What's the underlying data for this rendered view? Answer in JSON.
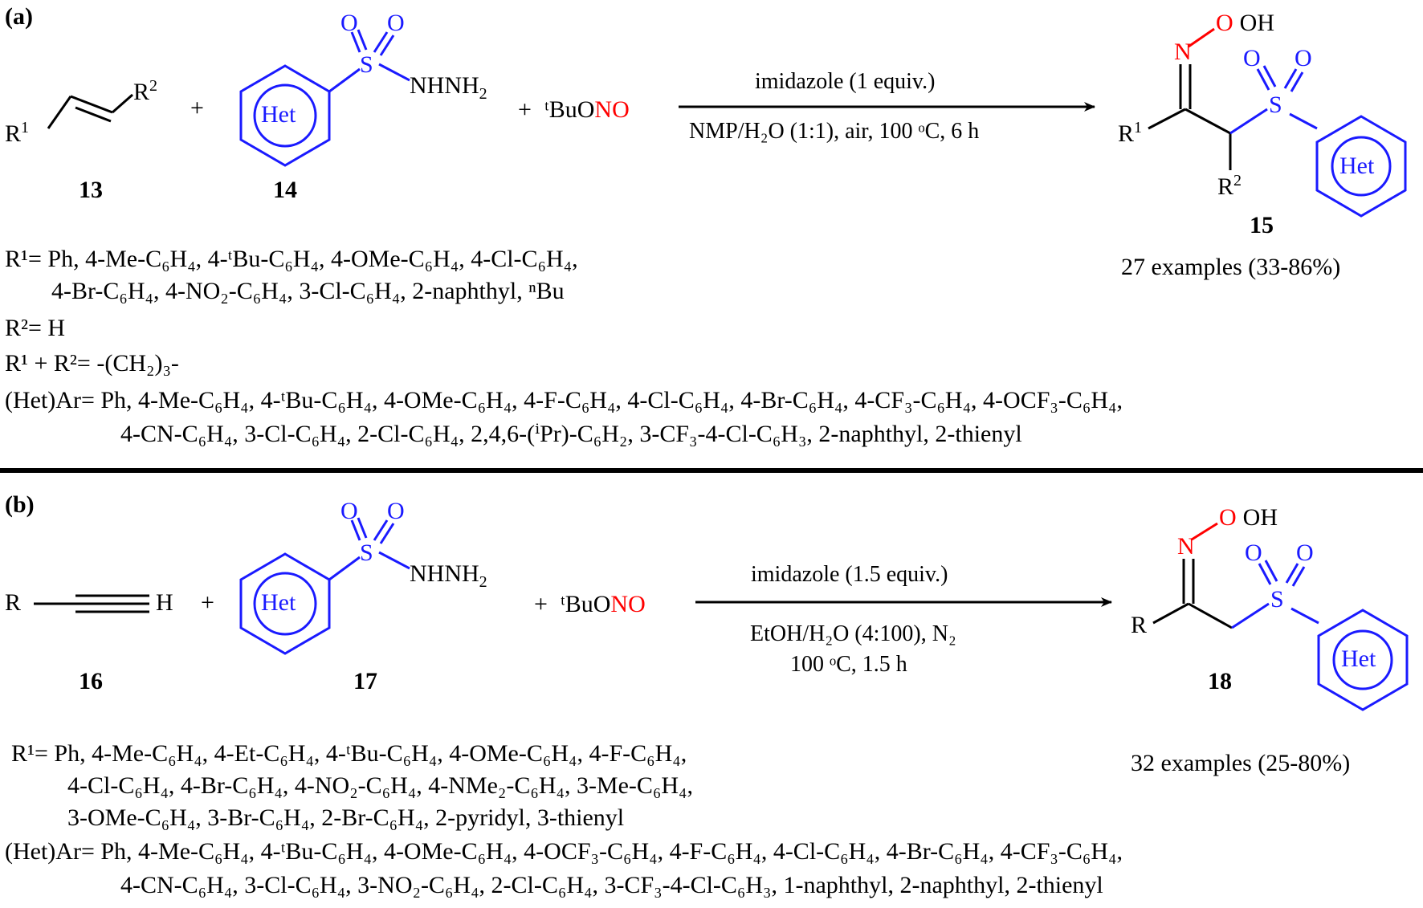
{
  "panel_a": {
    "tag": "(a)",
    "reagent_plus_1": "+",
    "reagent_plus_2": "+",
    "nitrite": "ᵗBuONO",
    "alkene_r1": "R",
    "alkene_r1_sup": "1",
    "alkene_r2": "R",
    "alkene_r2_sup": "2",
    "sulfonyl_o1": "O",
    "sulfonyl_o2": "O",
    "sulfonyl_s": "S",
    "hydrazide": "NHNH",
    "hydrazide_sub": "2",
    "het": "Het",
    "cond_top": "imidazole (1 equiv.)",
    "cond_bottom": "NMP/H₂O (1:1), air, 100 ᵒC, 6 h",
    "prod_oh": "OH",
    "prod_n": "N",
    "prod_o": "O",
    "prod_r1": "R",
    "prod_r1_sup": "1",
    "prod_r2": "R",
    "prod_r2_sup": "2",
    "label_13": "13",
    "label_14": "14",
    "label_15": "15",
    "examples": "27 examples (33-86%)",
    "scope_r1_line1": "R¹= Ph, 4-Me-C₆H₄, 4-ᵗBu-C₆H₄, 4-OMe-C₆H₄, 4-Cl-C₆H₄,",
    "scope_r1_line2": "4-Br-C₆H₄, 4-NO₂-C₆H₄, 3-Cl-C₆H₄, 2-naphthyl, ⁿBu",
    "scope_r2": "R²= H",
    "scope_r1r2": "R¹ + R²= -(CH₂)₃-",
    "scope_ar_line1": "(Het)Ar= Ph, 4-Me-C₆H₄, 4-ᵗBu-C₆H₄, 4-OMe-C₆H₄, 4-F-C₆H₄, 4-Cl-C₆H₄, 4-Br-C₆H₄, 4-CF₃-C₆H₄, 4-OCF₃-C₆H₄,",
    "scope_ar_line2": "4-CN-C₆H₄, 3-Cl-C₆H₄, 2-Cl-C₆H₄, 2,4,6-(ⁱPr)-C₆H₂, 3-CF₃-4-Cl-C₆H₃, 2-naphthyl, 2-thienyl"
  },
  "panel_b": {
    "tag": "(b)",
    "reagent_plus_1": "+",
    "reagent_plus_2": "+",
    "nitrite": "ᵗBuONO",
    "alkyne_r": "R",
    "alkyne_h": "H",
    "sulfonyl_o1": "O",
    "sulfonyl_o2": "O",
    "sulfonyl_s": "S",
    "hydrazide": "NHNH",
    "hydrazide_sub": "2",
    "het": "Het",
    "cond_top": "imidazole (1.5 equiv.)",
    "cond_mid": "EtOH/H₂O (4:100), N₂",
    "cond_bottom": "100 ᵒC, 1.5 h",
    "prod_oh": "OH",
    "prod_n": "N",
    "prod_o": "O",
    "prod_r": "R",
    "label_16": "16",
    "label_17": "17",
    "label_18": "18",
    "examples": "32 examples (25-80%)",
    "scope_r1_line1": "R¹= Ph, 4-Me-C₆H₄, 4-Et-C₆H₄, 4-ᵗBu-C₆H₄, 4-OMe-C₆H₄, 4-F-C₆H₄,",
    "scope_r1_line2": "4-Cl-C₆H₄, 4-Br-C₆H₄, 4-NO₂-C₆H₄, 4-NMe₂-C₆H₄, 3-Me-C₆H₄,",
    "scope_r1_line3": "3-OMe-C₆H₄, 3-Br-C₆H₄, 2-Br-C₆H₄, 2-pyridyl, 3-thienyl",
    "scope_ar_line1": "(Het)Ar= Ph, 4-Me-C₆H₄, 4-ᵗBu-C₆H₄, 4-OMe-C₆H₄, 4-OCF₃-C₆H₄, 4-F-C₆H₄, 4-Cl-C₆H₄, 4-Br-C₆H₄, 4-CF₃-C₆H₄,",
    "scope_ar_line2": "4-CN-C₆H₄, 3-Cl-C₆H₄, 3-NO₂-C₆H₄, 2-Cl-C₆H₄, 3-CF₃-4-Cl-C₆H₃, 1-naphthyl, 2-naphthyl, 2-thienyl"
  },
  "colors": {
    "bond": "#000000",
    "aryl": "#1a1aff",
    "oxygen": "#ff0000",
    "sulfonyl_text": "#1a1aff"
  }
}
